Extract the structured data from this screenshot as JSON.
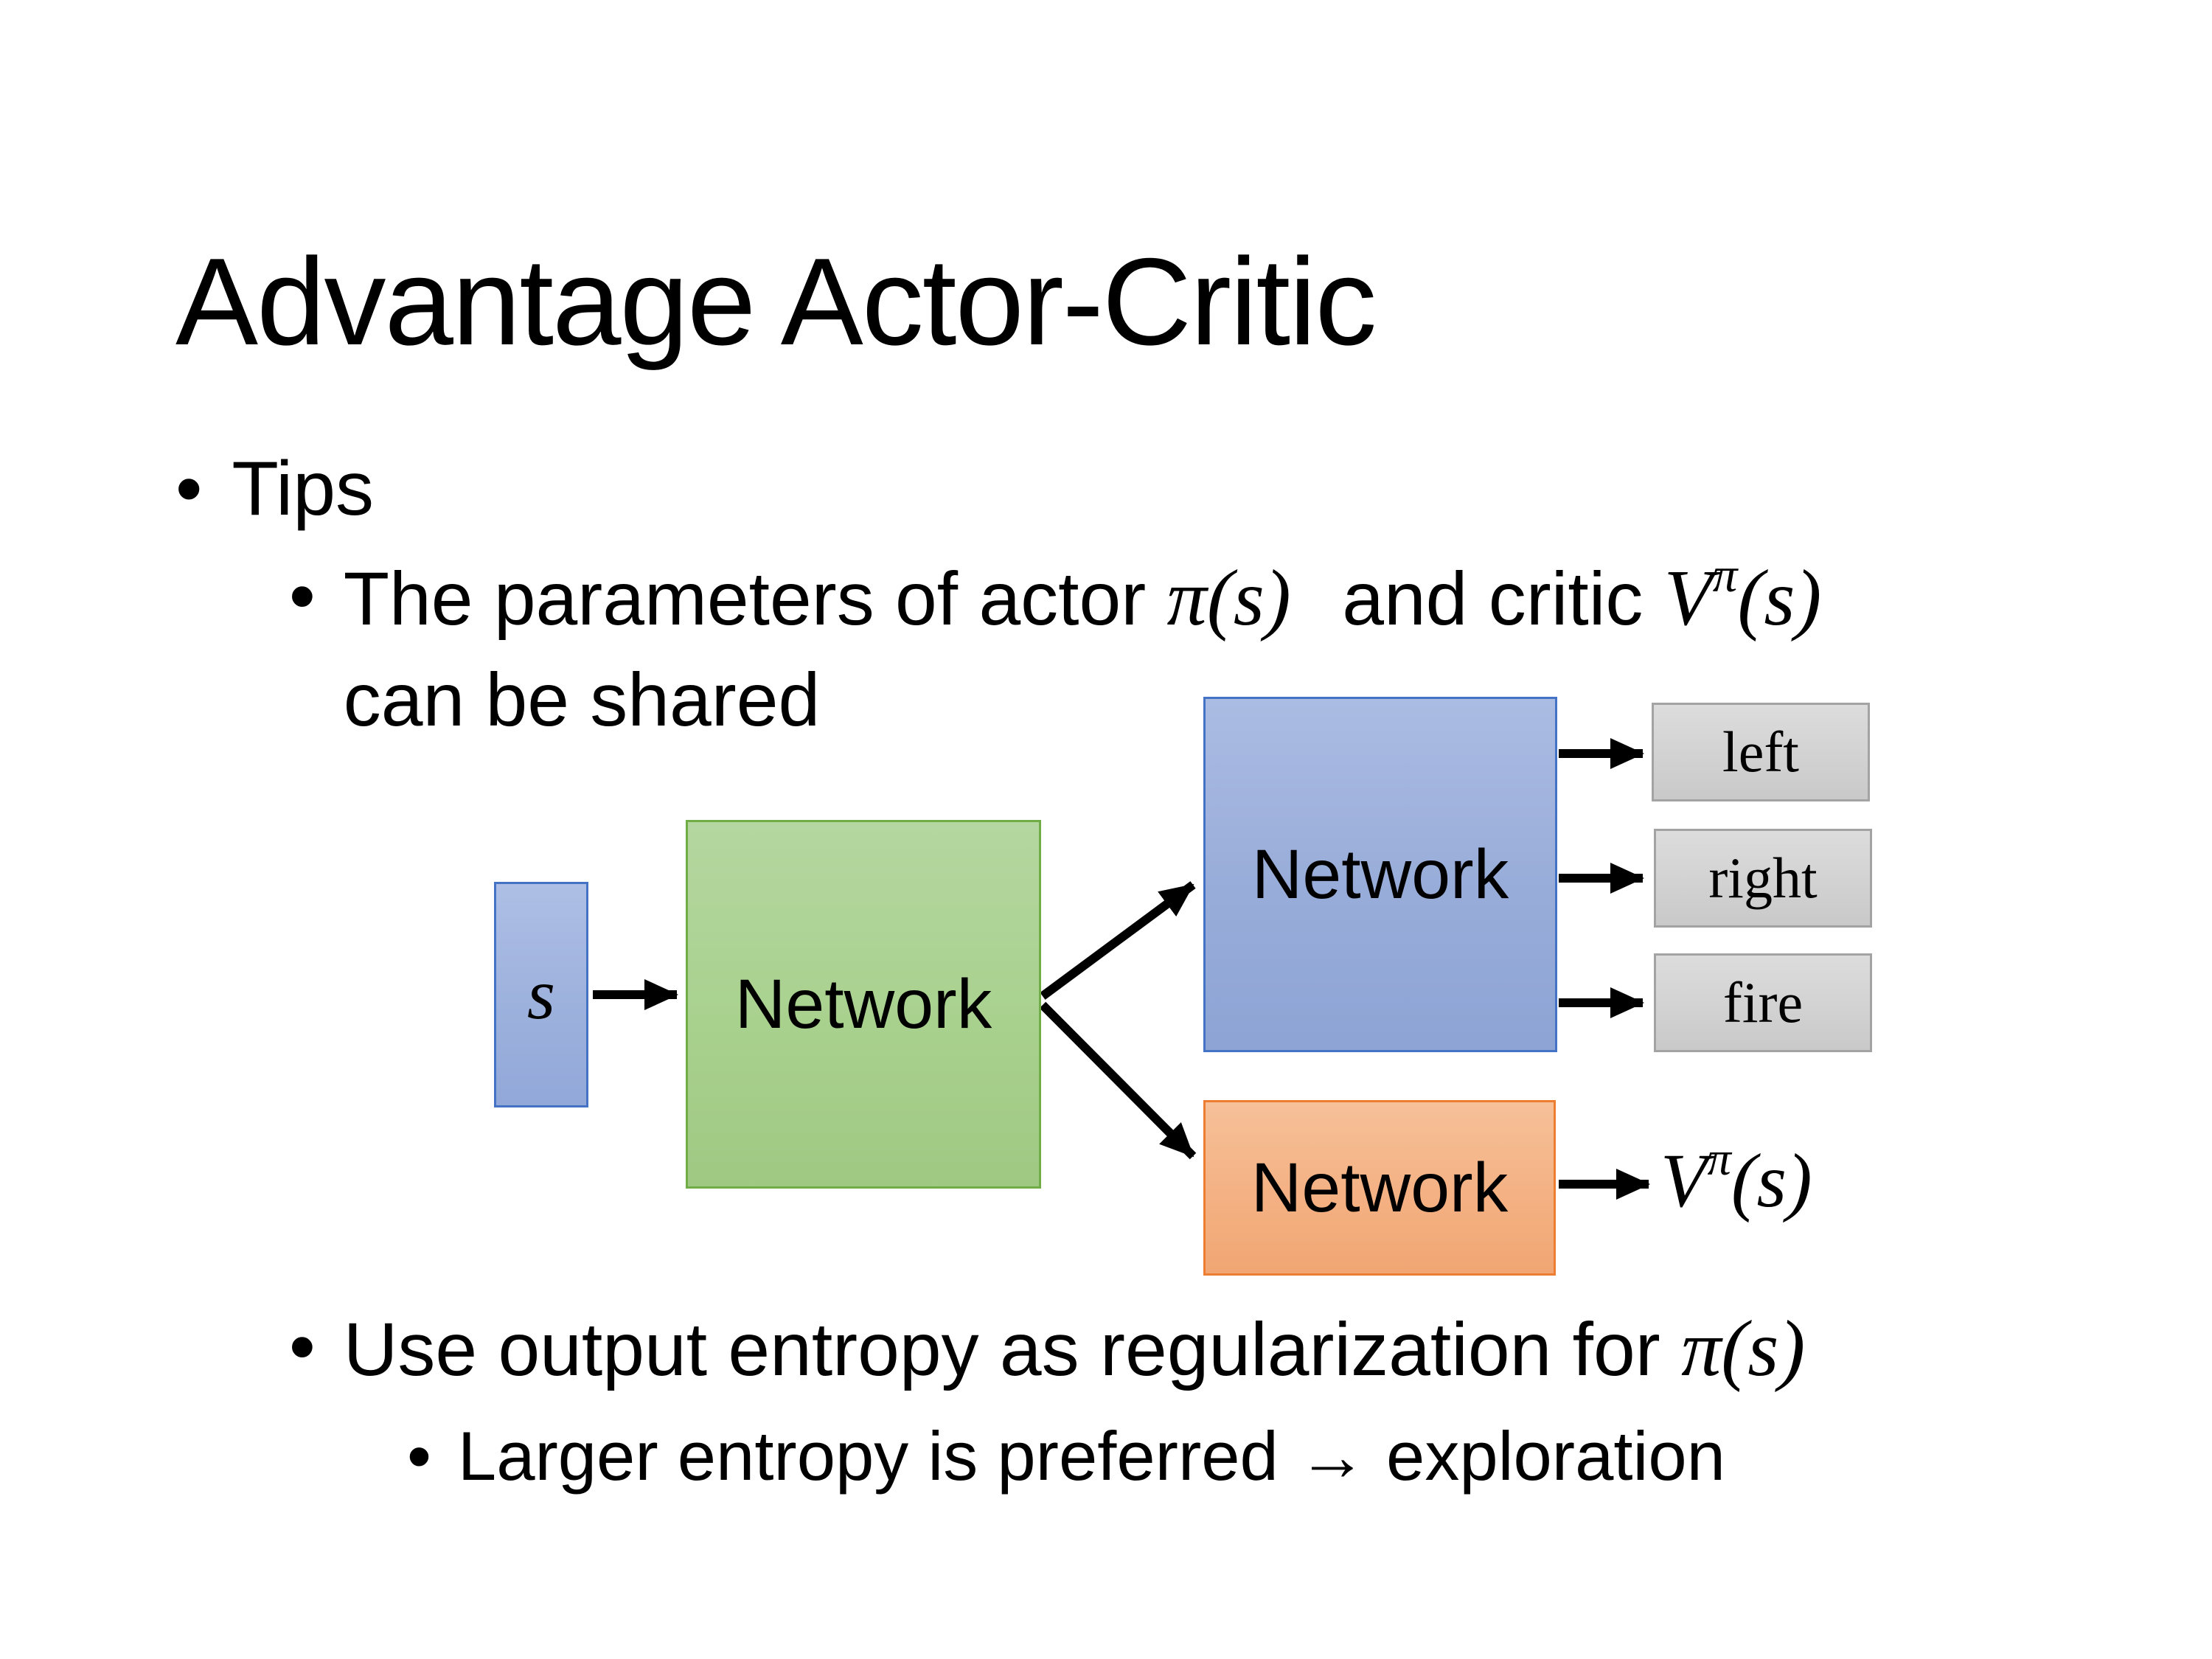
{
  "slide": {
    "title": "Advantage Actor-Critic",
    "bullet_glyph": "•",
    "tips": {
      "label": "Tips"
    },
    "shared_param": {
      "line1_pre": "The parameters of actor ",
      "pi_term": "π(s)",
      "line1_mid": " and critic ",
      "v_base": "V",
      "v_sup": "π",
      "v_args": "(s)",
      "line2": "can be shared"
    },
    "entropy": {
      "pre": "Use output entropy as regularization for ",
      "pi_term": "π(s)"
    },
    "exploration": {
      "text": "Larger entropy is preferred → exploration"
    },
    "diagram": {
      "state_label": "s",
      "shared_network_label": "Network",
      "actor_network_label": "Network",
      "critic_network_label": "Network",
      "actions": [
        "left",
        "right",
        "fire"
      ],
      "value_output": {
        "base": "V",
        "sup": "π",
        "args": "(s)"
      },
      "colors": {
        "state_fill": "#9db1dd",
        "state_border": "#4472c4",
        "shared_fill": "#a9d18e",
        "shared_border": "#70ad47",
        "actor_fill": "#98acd9",
        "actor_border": "#4472c4",
        "critic_fill": "#f4b183",
        "critic_border": "#ed7d31",
        "action_fill": "#d2d2d2",
        "action_border": "#a3a3a3",
        "arrow": "#000000",
        "text": "#000000",
        "background": "#ffffff"
      }
    }
  }
}
